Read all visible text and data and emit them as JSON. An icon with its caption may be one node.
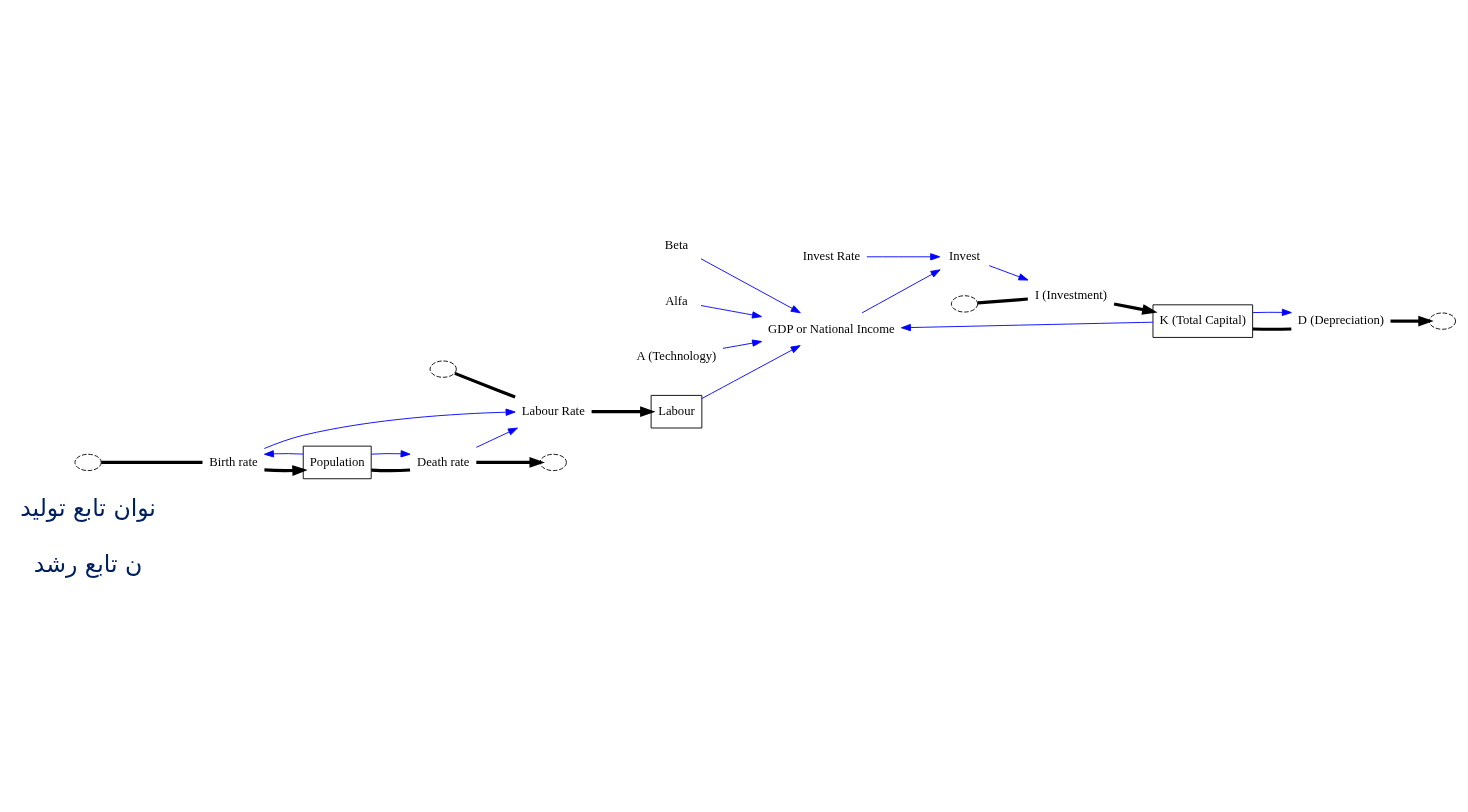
{
  "diagram": {
    "nodes": [
      {
        "text": [
          "Beta"
        ]
      },
      {
        "text": [
          "Alfa"
        ]
      },
      {
        "text": [
          "A (Technology)"
        ]
      },
      {
        "text": [
          "GDP or National Income"
        ]
      },
      {
        "text": [
          "Invest"
        ]
      },
      {
        "text": [],
        "shape": "cloud"
      },
      {
        "text": [
          "I (Investment)"
        ]
      },
      {
        "text": [
          "K (Total Capital)"
        ]
      },
      {
        "text": [
          "D (Depreciation)"
        ]
      },
      {
        "text": [],
        "shape": "cloud"
      },
      {
        "text": [
          "Invest Rate"
        ]
      },
      {
        "text": [],
        "shape": "cloud"
      },
      {
        "text": [
          "Labour Rate"
        ]
      },
      {
        "text": [
          "Labour"
        ]
      },
      {
        "text": [],
        "shape": "cloud"
      },
      {
        "text": [
          "Birth rate"
        ]
      },
      {
        "text": [
          "Population"
        ]
      },
      {
        "text": [
          "Death rate"
        ]
      },
      {
        "text": [],
        "shape": "cloud"
      }
    ],
    "edges": [
      {
        "from": 4,
        "to": 6,
        "arrow": "to"
      },
      {
        "from": 0,
        "to": 3,
        "arrow": "to"
      },
      {
        "from": 1,
        "to": 3,
        "arrow": "to"
      },
      {
        "from": 2,
        "to": 3,
        "arrow": "to"
      },
      {
        "from": 7,
        "to": 3,
        "arrow": "to"
      },
      {
        "from": 13,
        "to": 3,
        "arrow": "to"
      },
      {
        "from": 3,
        "to": 4,
        "arrow": "to"
      },
      {
        "from": 10,
        "to": 4,
        "arrow": "to"
      },
      {
        "from": 5,
        "to": 6,
        "arrow": "none",
        "style": "thick",
        "color": "#000000"
      },
      {
        "from": 6,
        "to": 7,
        "arrow": "to",
        "style": "thick",
        "color": "#000000"
      },
      {
        "from": 7,
        "to": 8,
        "arrow": "none",
        "style": "thick",
        "color": "#000000"
      },
      {
        "from": 8,
        "to": 9,
        "arrow": "to",
        "style": "thick",
        "color": "#000000"
      },
      {
        "from": 7,
        "to": 8,
        "arrow": "to"
      },
      {
        "from": 11,
        "to": 12,
        "arrow": "none",
        "style": "thick",
        "color": "#000000"
      },
      {
        "from": 12,
        "to": 13,
        "arrow": "to",
        "style": "thick",
        "color": "#000000"
      },
      {
        "from": 14,
        "to": 15,
        "arrow": "none",
        "style": "thick",
        "color": "#000000"
      },
      {
        "from": 15,
        "to": 16,
        "arrow": "to",
        "style": "thick",
        "color": "#000000"
      },
      {
        "from": 16,
        "to": 17,
        "arrow": "none",
        "style": "thick",
        "color": "#000000"
      },
      {
        "from": 17,
        "to": 18,
        "arrow": "to",
        "style": "thick",
        "color": "#000000"
      },
      {
        "from": 16,
        "to": 15,
        "arrow": "to"
      },
      {
        "from": 16,
        "to": 17,
        "arrow": "to"
      },
      {
        "from": 15,
        "to": 12,
        "arrow": "to"
      },
      {
        "from": 17,
        "to": 12,
        "arrow": "to"
      }
    ],
    "labels": [
      "ن تابع رشد",
      "نوان تابع تولید"
    ]
  }
}
